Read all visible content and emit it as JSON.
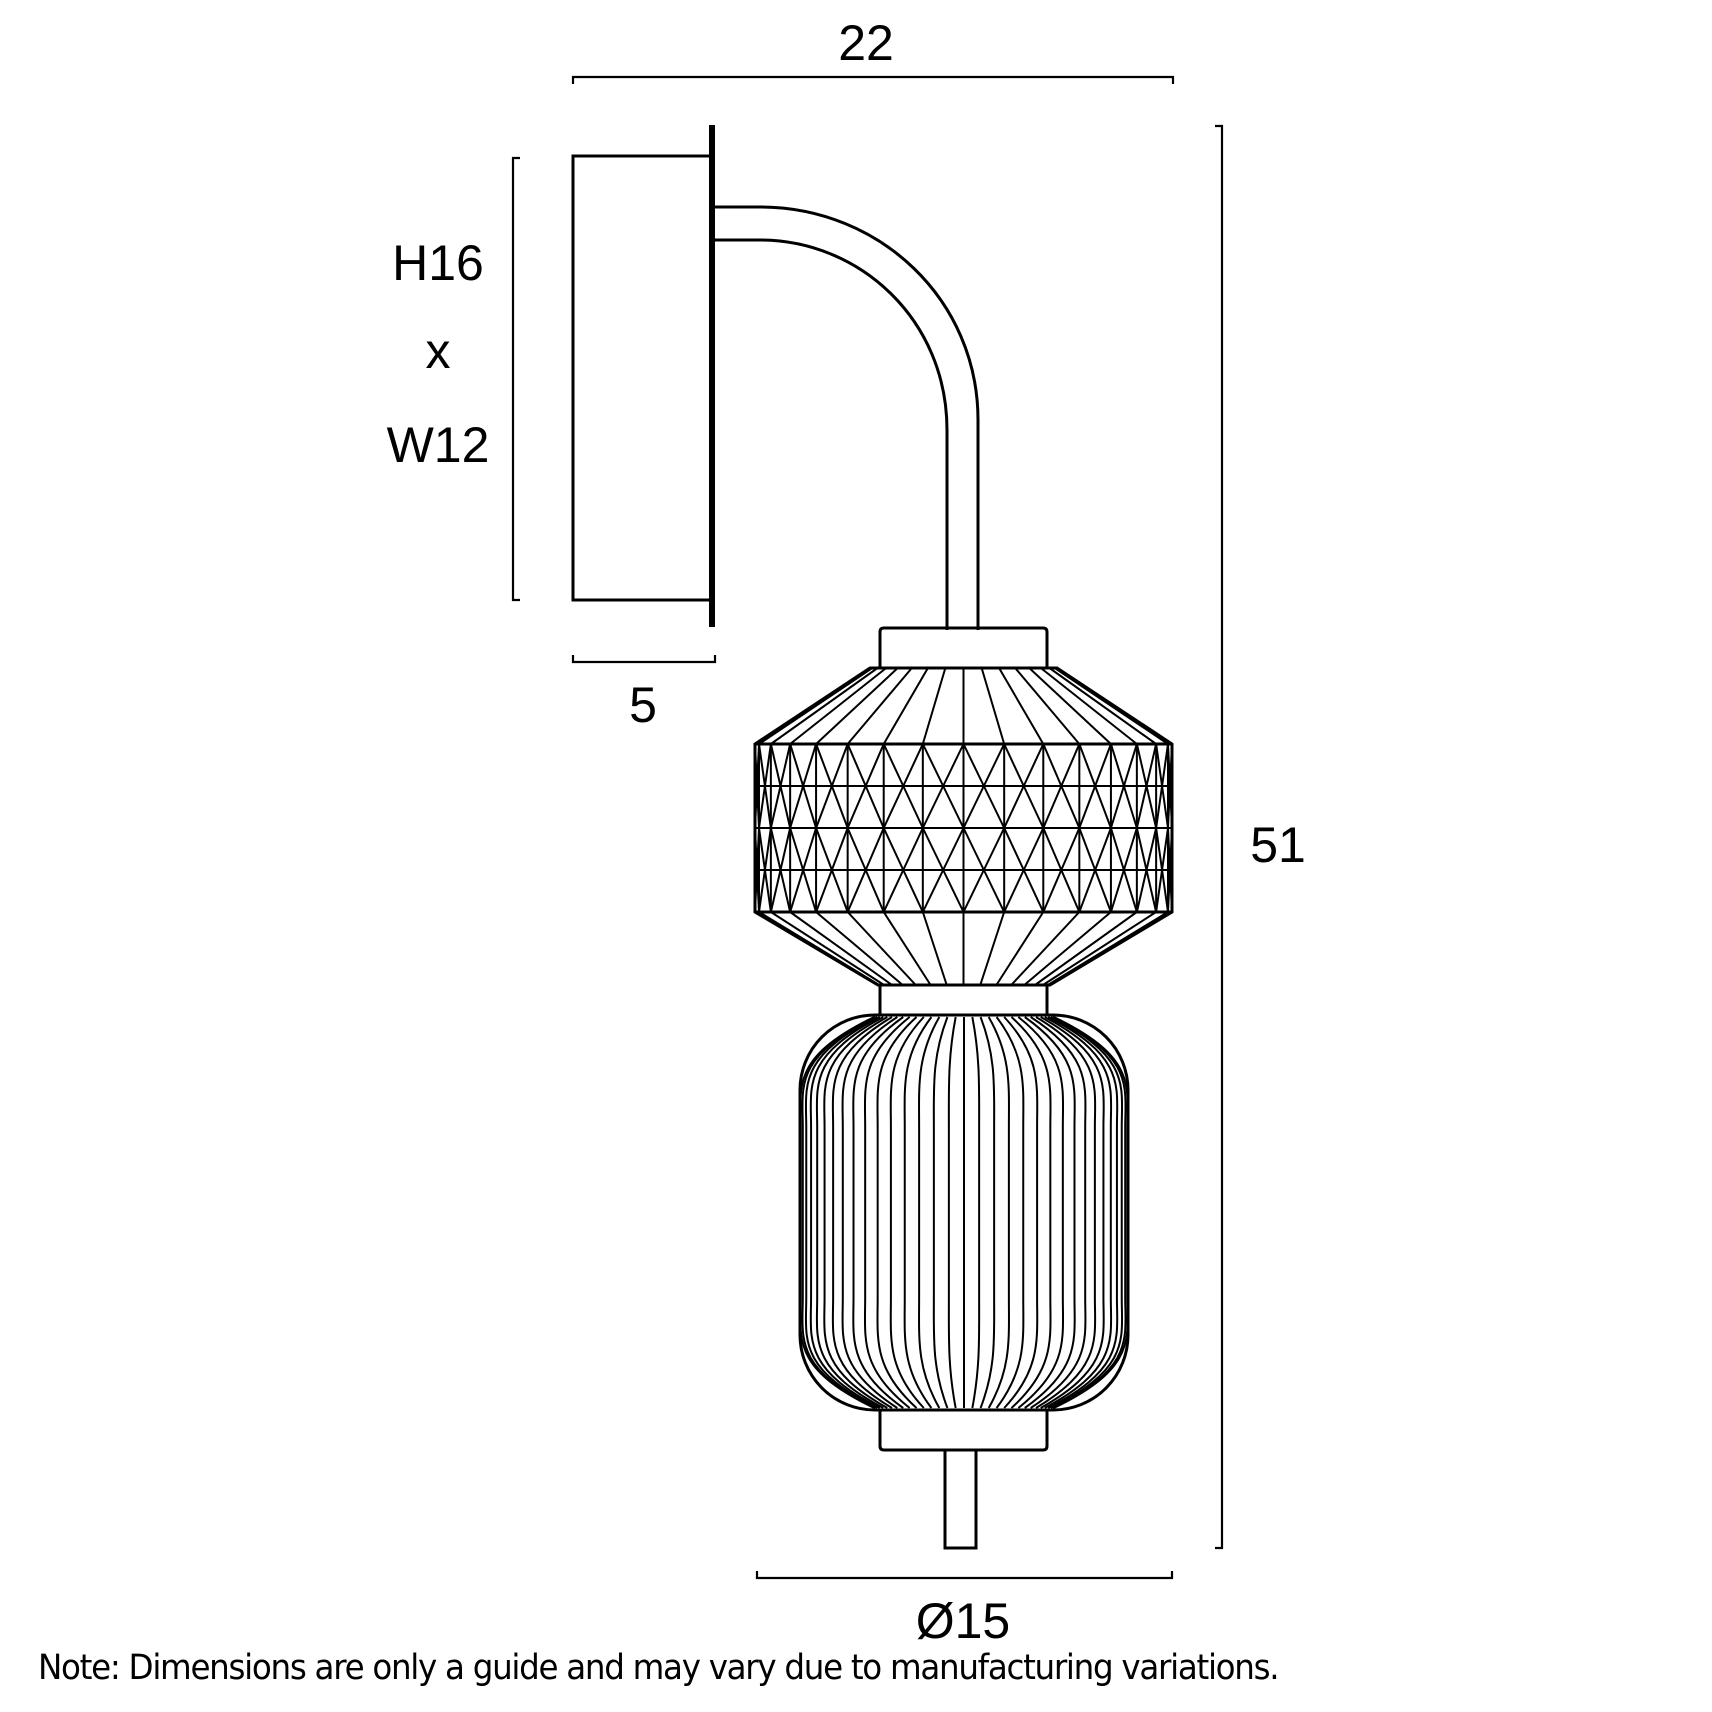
{
  "diagram": {
    "type": "technical-dimension-drawing",
    "subject": "wall light with diamond-cut glass shade and ribbed glass shade",
    "unit_note": "",
    "dimensions": {
      "overall_projection": "22",
      "overall_height": "51",
      "shade_diameter": "Ø15",
      "backplate_depth": "5",
      "backplate_height_label": "H16",
      "backplate_separator": "x",
      "backplate_width_label": "W12"
    },
    "note": "Note: Dimensions are only a guide and may vary due to manufacturing variations.",
    "colors": {
      "line": "#000000",
      "background": "#ffffff"
    }
  }
}
